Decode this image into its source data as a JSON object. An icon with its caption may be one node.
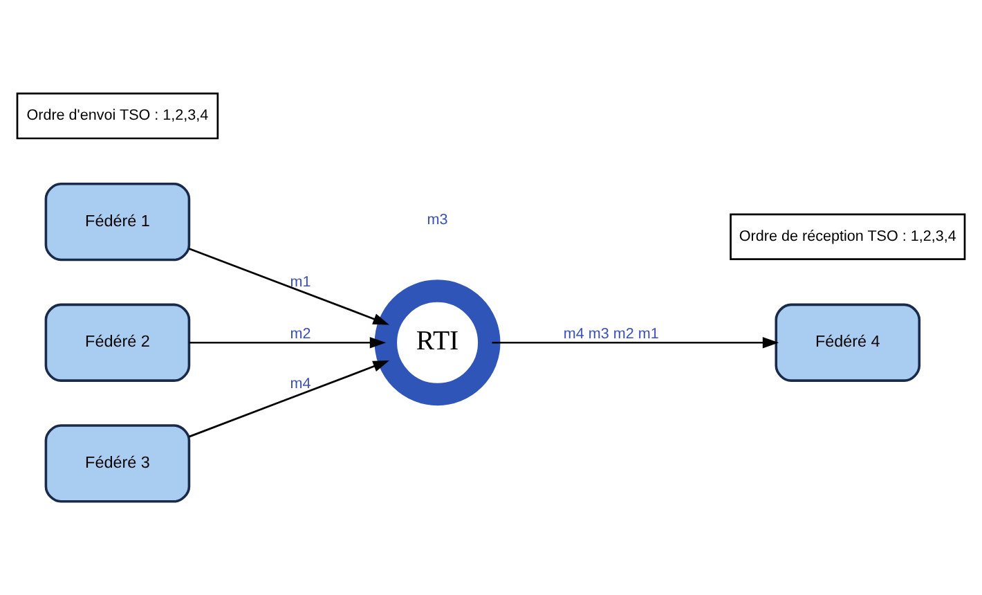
{
  "diagram": {
    "nodes": [
      {
        "text": [
          "Fédéré 1"
        ]
      },
      {
        "text": [
          "Fédéré 2"
        ]
      },
      {
        "text": [
          "Fédéré 3"
        ]
      },
      {
        "text": [
          "RTI"
        ]
      },
      {
        "text": [
          "Fédéré 4"
        ]
      },
      {
        "text": [
          "Ordre d'envoi TSO : 1,2,3,4"
        ]
      },
      {
        "text": [
          "Ordre de réception TSO : 1,2,3,4"
        ]
      }
    ],
    "edges": [
      {
        "from": 0,
        "to": 3,
        "arrow": "to",
        "label": "m1"
      },
      {
        "from": 1,
        "to": 3,
        "arrow": "to",
        "label": "m2"
      },
      {
        "from": 2,
        "to": 3,
        "arrow": "to",
        "label": "m4"
      },
      {
        "from": 3,
        "to": 4,
        "arrow": "to",
        "label": "m4 m3 m2 m1"
      }
    ],
    "labels": [
      "m3"
    ]
  }
}
